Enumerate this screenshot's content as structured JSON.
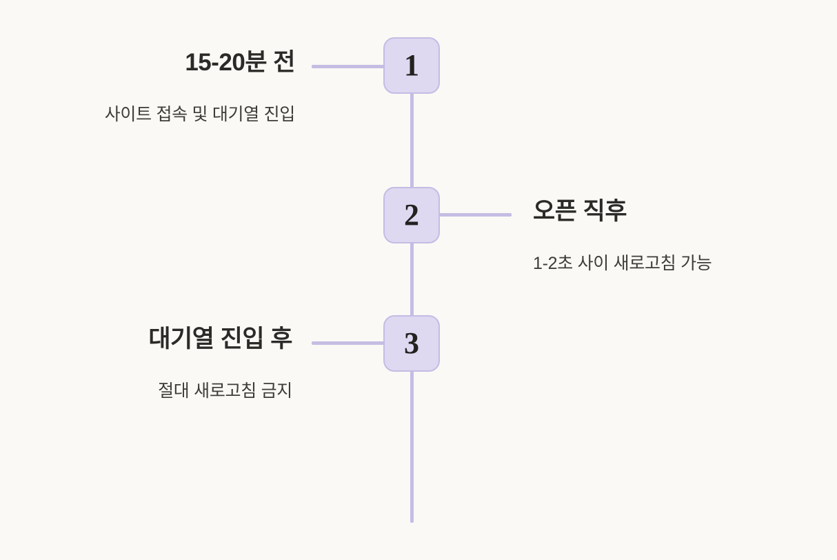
{
  "diagram": {
    "type": "vertical-timeline",
    "background_color": "#faf9f5",
    "accent_color": "#c5bde3",
    "node_fill_color": "#ded8f1",
    "node_border_color": "#c5bce4",
    "title_color": "#2b2a28",
    "description_color": "#3d3c39",
    "steps": [
      {
        "number": "1",
        "side": "left",
        "title": "15-20분 전",
        "description": "사이트 접속 및 대기열 진입"
      },
      {
        "number": "2",
        "side": "right",
        "title": "오픈 직후",
        "description": "1-2초 사이 새로고침 가능"
      },
      {
        "number": "3",
        "side": "left",
        "title": "대기열 진입 후",
        "description": "절대 새로고침 금지"
      }
    ]
  }
}
